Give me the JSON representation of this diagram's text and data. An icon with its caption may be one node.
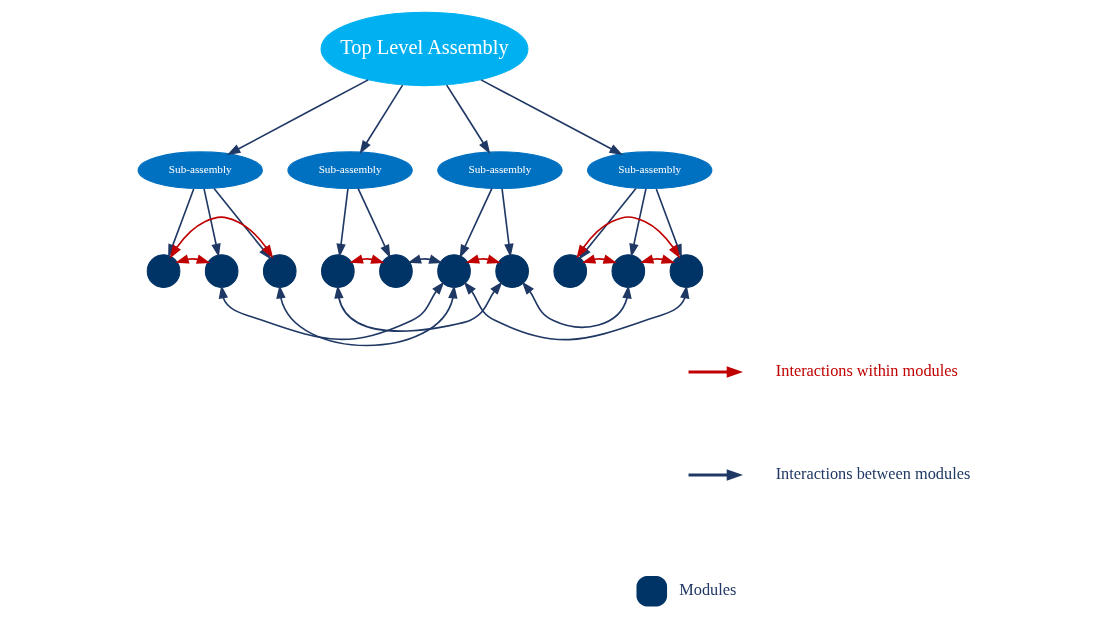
{
  "diagram": {
    "nodes": [
      {
        "text": [
          "Top Level Assembly"
        ]
      },
      {
        "text": [
          "Sub-assembly"
        ]
      },
      {
        "text": [
          "Sub-assembly"
        ]
      },
      {
        "text": [
          "Sub-assembly"
        ]
      },
      {
        "text": [
          "Sub-assembly"
        ]
      },
      {
        "text": [],
        "shape": "circle"
      },
      {
        "text": [],
        "shape": "circle"
      },
      {
        "text": [],
        "shape": "circle"
      },
      {
        "text": [],
        "shape": "circle"
      },
      {
        "text": [],
        "shape": "circle"
      },
      {
        "text": [],
        "shape": "circle"
      },
      {
        "text": [],
        "shape": "circle"
      },
      {
        "text": [],
        "shape": "circle"
      },
      {
        "text": [],
        "shape": "circle"
      },
      {
        "text": [],
        "shape": "circle"
      }
    ],
    "edges": [
      {
        "from": 0,
        "to": 1,
        "arrow": "to"
      },
      {
        "from": 0,
        "to": 2,
        "arrow": "to"
      },
      {
        "from": 0,
        "to": 3,
        "arrow": "to"
      },
      {
        "from": 0,
        "to": 4,
        "arrow": "to"
      },
      {
        "from": 1,
        "to": 5,
        "arrow": "to"
      },
      {
        "from": 1,
        "to": 6,
        "arrow": "to"
      },
      {
        "from": 1,
        "to": 7,
        "arrow": "to"
      },
      {
        "from": 2,
        "to": 8,
        "arrow": "to"
      },
      {
        "from": 2,
        "to": 9,
        "arrow": "to"
      },
      {
        "from": 3,
        "to": 10,
        "arrow": "to"
      },
      {
        "from": 3,
        "to": 11,
        "arrow": "to"
      },
      {
        "from": 4,
        "to": 12,
        "arrow": "to"
      },
      {
        "from": 4,
        "to": 13,
        "arrow": "to"
      },
      {
        "from": 4,
        "to": 14,
        "arrow": "to"
      },
      {
        "from": 5,
        "to": 6,
        "arrow": "both",
        "color": "#c00000"
      },
      {
        "from": 5,
        "to": 7,
        "arrow": "both",
        "color": "#c00000"
      },
      {
        "from": 8,
        "to": 9,
        "arrow": "both",
        "color": "#c00000"
      },
      {
        "from": 10,
        "to": 11,
        "arrow": "both",
        "color": "#c00000"
      },
      {
        "from": 12,
        "to": 13,
        "arrow": "both",
        "color": "#c00000"
      },
      {
        "from": 12,
        "to": 14,
        "arrow": "both",
        "color": "#c00000"
      },
      {
        "from": 13,
        "to": 14,
        "arrow": "both",
        "color": "#c00000"
      },
      {
        "from": 6,
        "to": 10,
        "arrow": "both"
      },
      {
        "from": 7,
        "to": 10,
        "arrow": "both"
      },
      {
        "from": 8,
        "to": 11,
        "arrow": "both"
      },
      {
        "from": 9,
        "to": 10,
        "arrow": "both"
      },
      {
        "from": 10,
        "to": 14,
        "arrow": "both"
      },
      {
        "from": 11,
        "to": 13,
        "arrow": "both"
      }
    ],
    "legend": [
      {
        "text": "Interactions within modules"
      },
      {
        "text": "Interactions between modules"
      },
      {
        "text": "Modules",
        "color": "#003366"
      }
    ]
  }
}
